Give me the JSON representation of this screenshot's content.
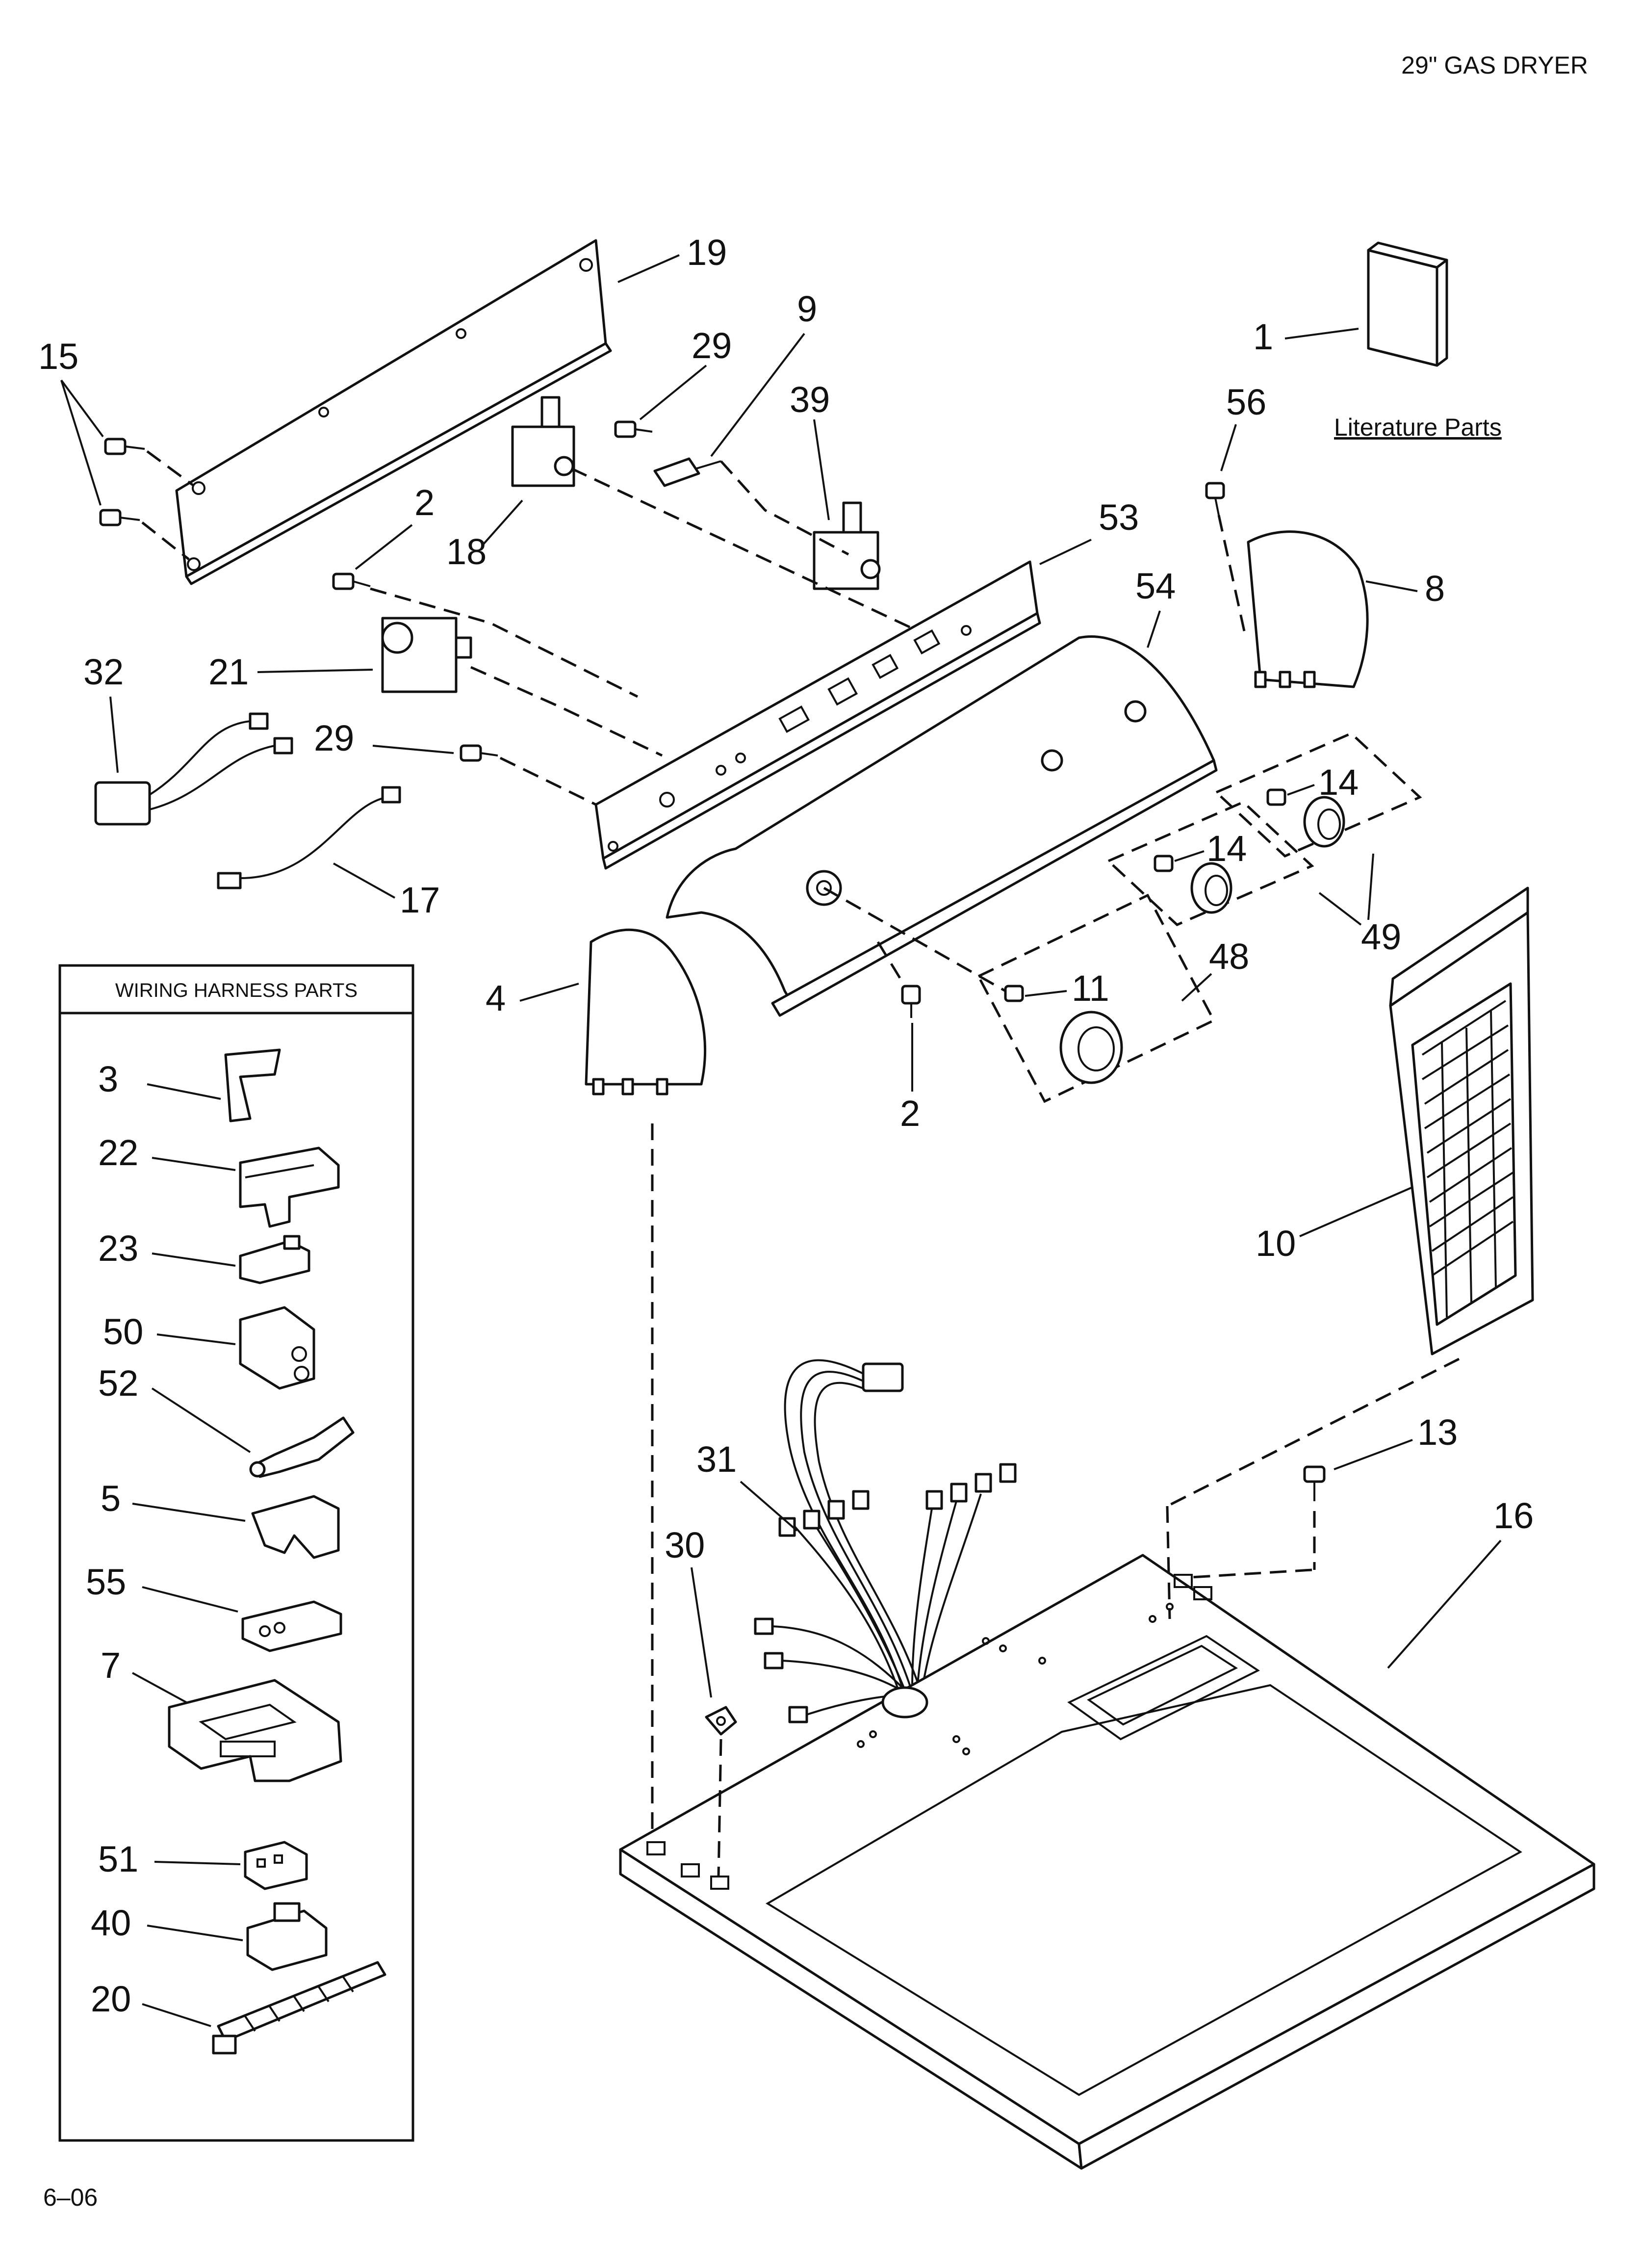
{
  "header": "29\" GAS DRYER",
  "footer": "6–06",
  "literature_label": "Literature Parts",
  "harness_box": {
    "title": "WIRING HARNESS PARTS"
  },
  "callouts": {
    "p1": "1",
    "p2a": "2",
    "p2b": "2",
    "p4": "4",
    "p8": "8",
    "p9": "9",
    "p10": "10",
    "p11": "11",
    "p13": "13",
    "p14a": "14",
    "p14b": "14",
    "p15": "15",
    "p16": "16",
    "p17": "17",
    "p18": "18",
    "p19": "19",
    "p21": "21",
    "p29a": "29",
    "p29b": "29",
    "p30": "30",
    "p31": "31",
    "p32": "32",
    "p39": "39",
    "p48": "48",
    "p49": "49",
    "p53": "53",
    "p54": "54",
    "p56": "56",
    "h3": "3",
    "h22": "22",
    "h23": "23",
    "h50": "50",
    "h52": "52",
    "h5": "5",
    "h55": "55",
    "h7": "7",
    "h51": "51",
    "h40": "40",
    "h20": "20"
  }
}
